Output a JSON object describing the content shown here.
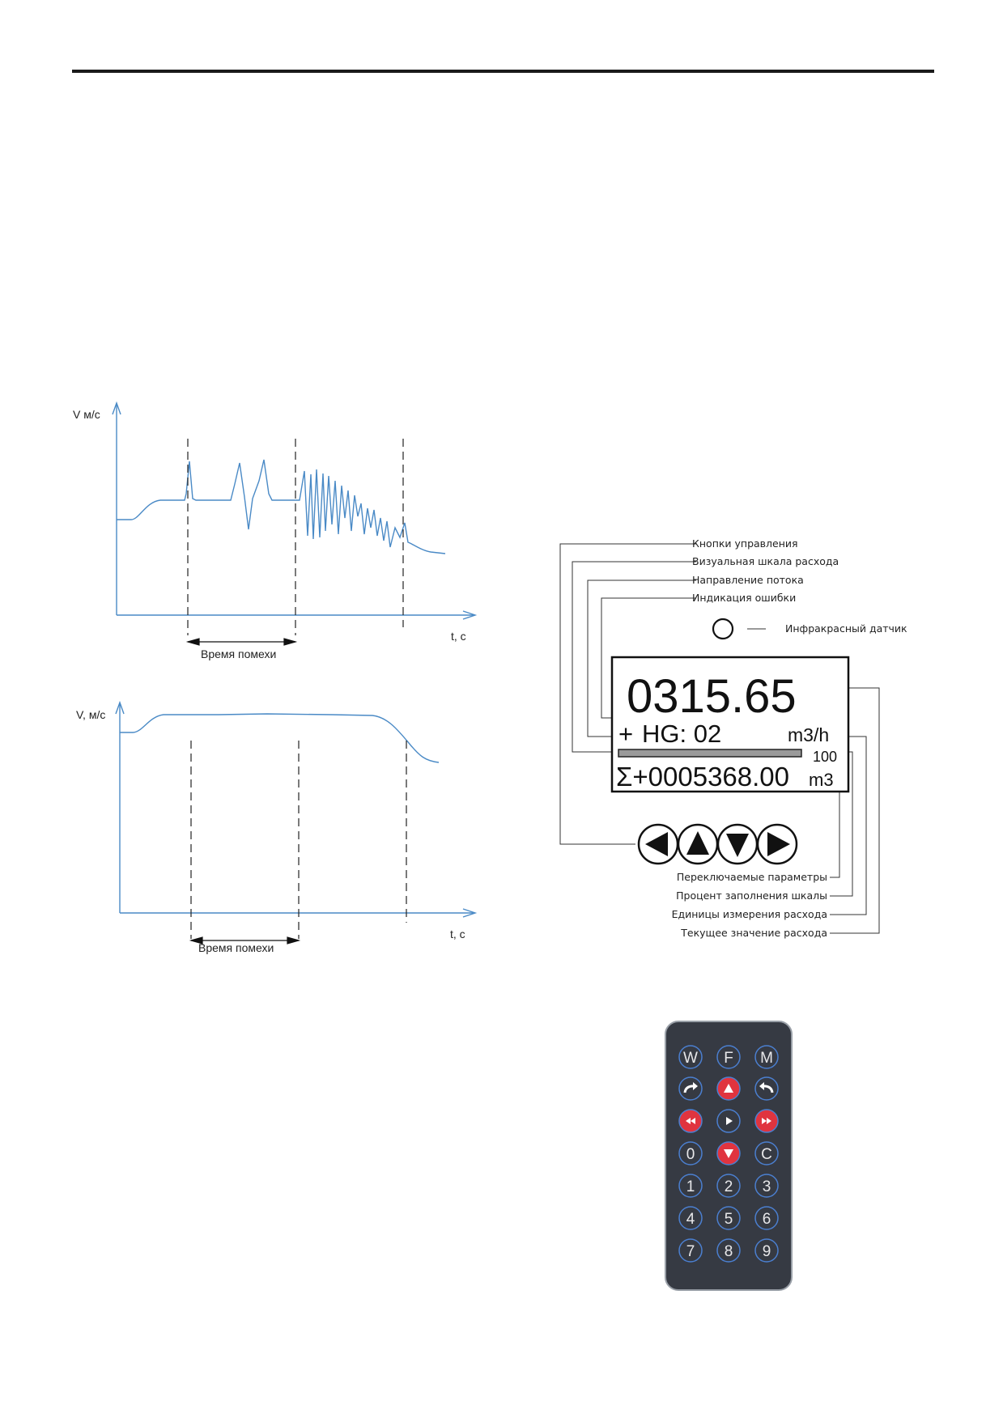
{
  "chart_data": [
    {
      "type": "line",
      "ylabel": "V  м/с",
      "xlabel": "t, с",
      "annotation": "Время помехи",
      "description_values": {
        "baseline": 1.0,
        "plateau": 1.3,
        "end": 0.6
      },
      "spikes": "interference spikes within interval"
    },
    {
      "type": "line",
      "ylabel": "V, м/с",
      "xlabel": "t, с",
      "annotation": "Время помехи",
      "description_values": {
        "baseline": 1.0,
        "plateau": 1.3,
        "end": 0.6
      }
    }
  ],
  "display": {
    "flow_value": "0315.65",
    "direction": "+",
    "status": "HG: 02",
    "unit": "m3/h",
    "scale_percent": "100",
    "total": "Σ+0005368.00",
    "total_unit": "m3"
  },
  "labels": {
    "buttons": "Кнопки управления",
    "scale": "Визуальная шкала расхода",
    "direction": "Направление потока",
    "error": "Индикация ошибки",
    "ir": "Инфракрасный датчик",
    "switchable": "Переключаемые параметры",
    "percent": "Процент заполнения шкалы",
    "units": "Единицы измерения расхода",
    "current": "Текущее значение расхода"
  },
  "remote": {
    "row1": [
      "W",
      "F",
      "M"
    ],
    "row4": [
      "0",
      "",
      "C"
    ],
    "row5": [
      "1",
      "2",
      "3"
    ],
    "row6": [
      "4",
      "5",
      "6"
    ],
    "row7": [
      "7",
      "8",
      "9"
    ]
  },
  "colors": {
    "plot": "#4a8ac6",
    "red_button": "#e0343f",
    "remote_body": "#363a43"
  }
}
